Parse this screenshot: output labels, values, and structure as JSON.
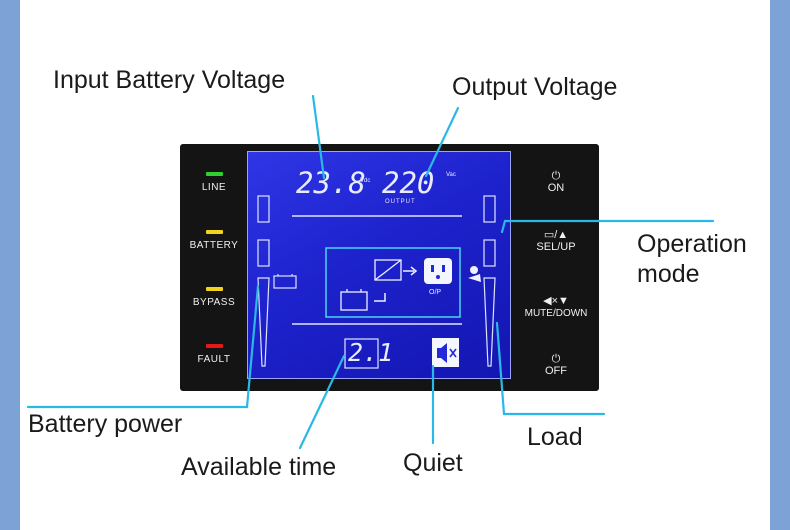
{
  "callouts": {
    "input_battery_voltage": "Input Battery Voltage",
    "output_voltage": "Output Voltage",
    "operation_mode_line1": "Operation",
    "operation_mode_line2": "mode",
    "battery_power": "Battery power",
    "load": "Load",
    "available_time": "Available time",
    "quiet": "Quiet"
  },
  "indicators": [
    {
      "label": "LINE",
      "color": "#2fd12f"
    },
    {
      "label": "BATTERY",
      "color": "#f2d21a"
    },
    {
      "label": "BYPASS",
      "color": "#f2d21a"
    },
    {
      "label": "FAULT",
      "color": "#e81818"
    }
  ],
  "lcd": {
    "battery_voltage": "23.8",
    "battery_voltage_unit": "Vdc",
    "output_voltage": "220",
    "output_voltage_unit": "Vac",
    "output_tag": "OUTPUT",
    "available_time": "2.1",
    "op_tag": "O/P"
  },
  "buttons": [
    {
      "symbol": "⏻",
      "label": "ON"
    },
    {
      "symbol": "▭/▲",
      "label": "SEL/UP"
    },
    {
      "symbol": "◀×▼",
      "label": "MUTE/DOWN"
    },
    {
      "symbol": "⏻",
      "label": "OFF"
    }
  ],
  "colors": {
    "panel": "#141414",
    "lcd": "#2328d8",
    "leader_line": "#2ab8e6",
    "side_band": "#7da3d6"
  }
}
